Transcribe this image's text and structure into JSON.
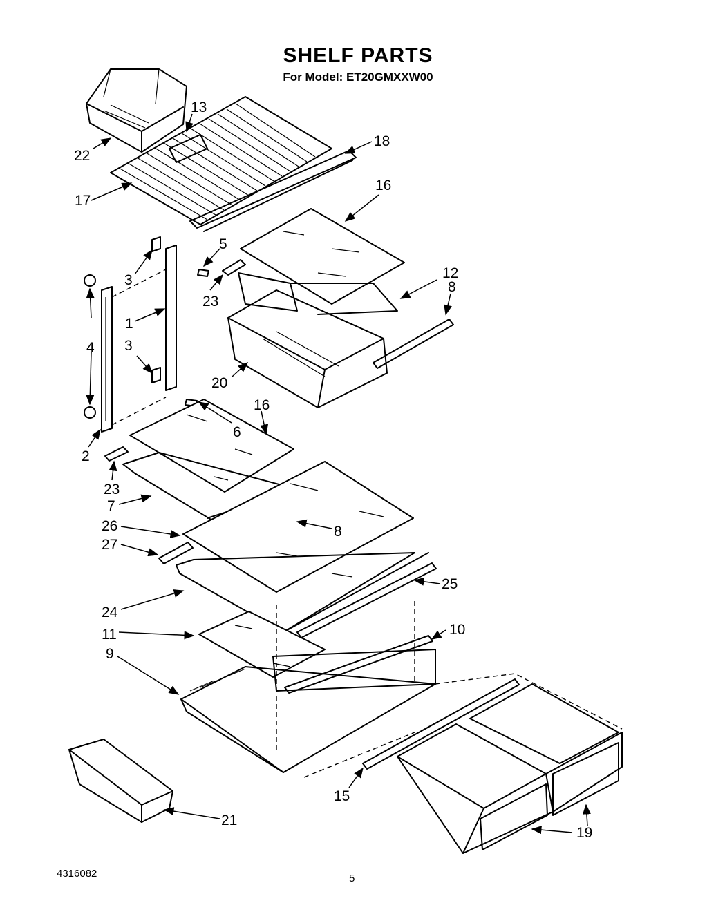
{
  "title": "SHELF PARTS",
  "subtitle": "For Model: ET20GMXXW00",
  "footer": {
    "doc_number": "4316082",
    "page_number": "5"
  },
  "callouts": [
    "1",
    "2",
    "3",
    "3",
    "4",
    "5",
    "6",
    "7",
    "8",
    "8",
    "9",
    "10",
    "11",
    "12",
    "13",
    "15",
    "16",
    "16",
    "17",
    "18",
    "19",
    "20",
    "21",
    "22",
    "23",
    "23",
    "24",
    "25",
    "26",
    "27"
  ]
}
